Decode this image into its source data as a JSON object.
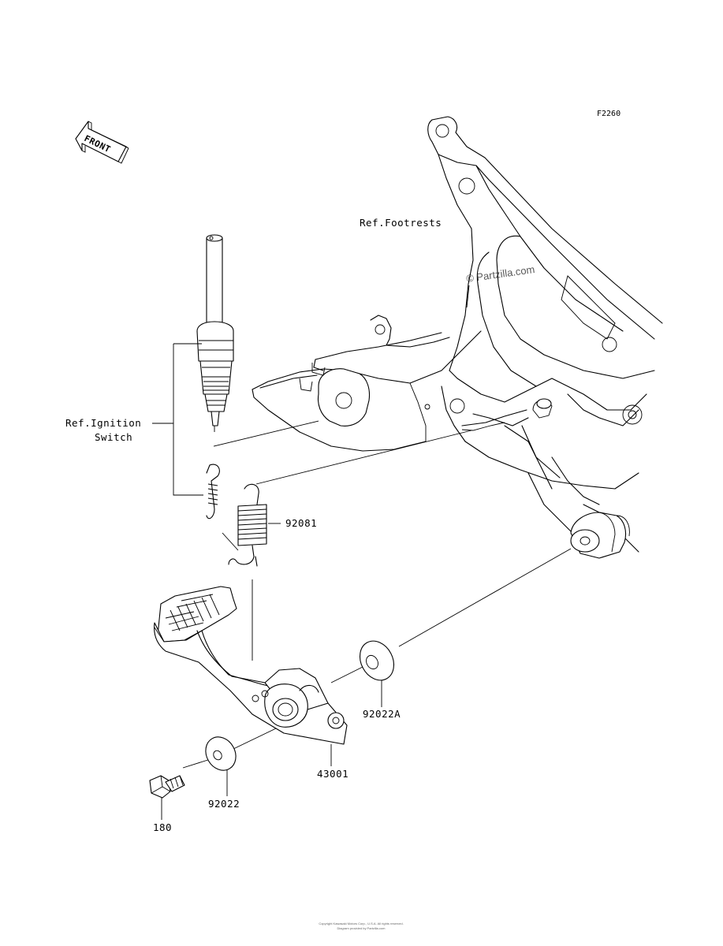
{
  "diagram": {
    "figure_code": "F2260",
    "front_arrow_text": "FRONT",
    "watermark": "© Partzilla.com",
    "ref_labels": {
      "footrests": "Ref.Footrests",
      "ignition_line1": "Ref.Ignition",
      "ignition_line2": "Switch"
    },
    "parts": [
      {
        "id": "spring",
        "number": "92081"
      },
      {
        "id": "washer-inner",
        "number": "92022A"
      },
      {
        "id": "brake-pedal",
        "number": "43001"
      },
      {
        "id": "washer-outer",
        "number": "92022"
      },
      {
        "id": "bolt",
        "number": "180"
      }
    ],
    "footer_line1": "Copyright Kawasaki Motors Corp., U.S.A. All rights reserved.",
    "footer_line2": "Diagram provided by Partzilla.com"
  }
}
